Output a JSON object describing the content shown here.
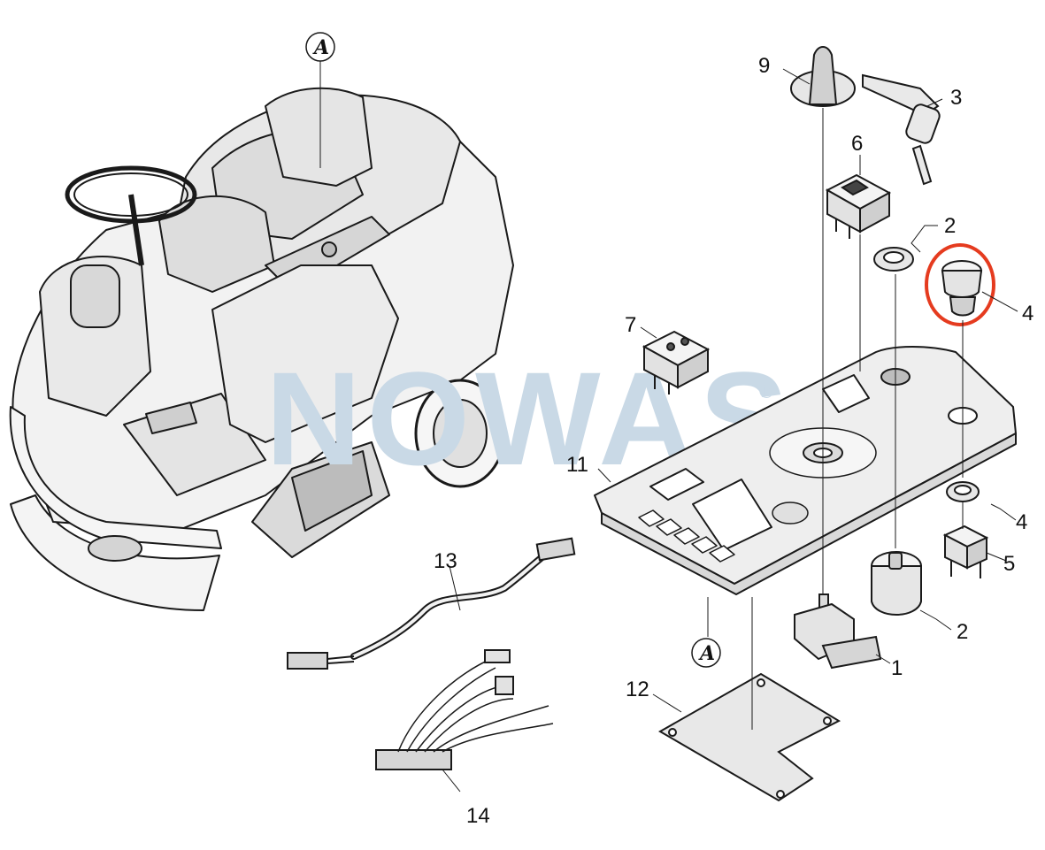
{
  "watermark": {
    "text": "NOWAS",
    "registered": "®"
  },
  "view_marker": "A",
  "callouts": {
    "c1": "1",
    "c2a": "2",
    "c2b": "2",
    "c3": "3",
    "c4a": "4",
    "c4b": "4",
    "c5": "5",
    "c6": "6",
    "c7": "7",
    "c9": "9",
    "c11": "11",
    "c12": "12",
    "c13": "13",
    "c14": "14"
  },
  "colors": {
    "line": "#1a1a1a",
    "part_fill": "#ececec",
    "highlight": "#e53b1f",
    "watermark": "#c9d9e6"
  }
}
